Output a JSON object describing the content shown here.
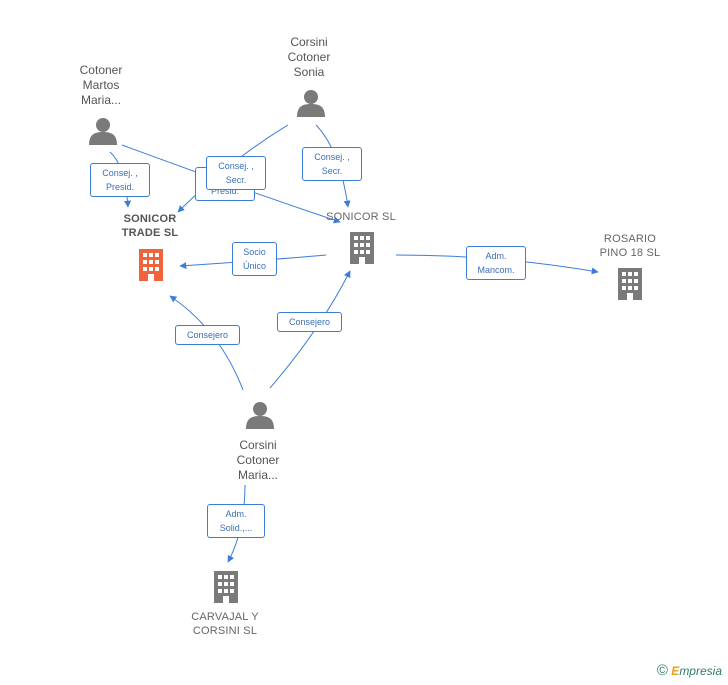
{
  "colors": {
    "edge": "#3b7dd8",
    "person": "#7a7a7a",
    "company": "#7a7a7a",
    "company_highlight": "#f0643c"
  },
  "people": {
    "cotoner_martos": {
      "label": "Cotoner\nMartos\nMaria..."
    },
    "corsini_sonia": {
      "label": "Corsini\nCotoner\nSonia"
    },
    "corsini_maria": {
      "label": "Corsini\nCotoner\nMaria..."
    }
  },
  "companies": {
    "sonicor_trade": {
      "label": "SONICOR\nTRADE  SL"
    },
    "sonicor": {
      "label": "SONICOR SL"
    },
    "rosario": {
      "label": "ROSARIO\nPINO 18  SL"
    },
    "carvajal": {
      "label": "CARVAJAL Y\nCORSINI  SL"
    }
  },
  "edge_labels": {
    "martos_trade": "Consej. ,\nPresid.",
    "martos_sonicor_hidden": "Consej. ,\nPresid.",
    "sonia_trade": "Consej. ,\nSecr.",
    "sonia_sonicor": "Consej. ,\nSecr.",
    "sonicor_trade": "Socio\nÚnico",
    "sonicor_rosario": "Adm.\nMancom.",
    "maria_trade": "Consejero",
    "maria_sonicor": "Consejero",
    "maria_carvajal": "Adm.\nSolid.,..."
  },
  "brand": {
    "copyright": "©",
    "name_initial": "E",
    "name_rest": "mpresia"
  }
}
